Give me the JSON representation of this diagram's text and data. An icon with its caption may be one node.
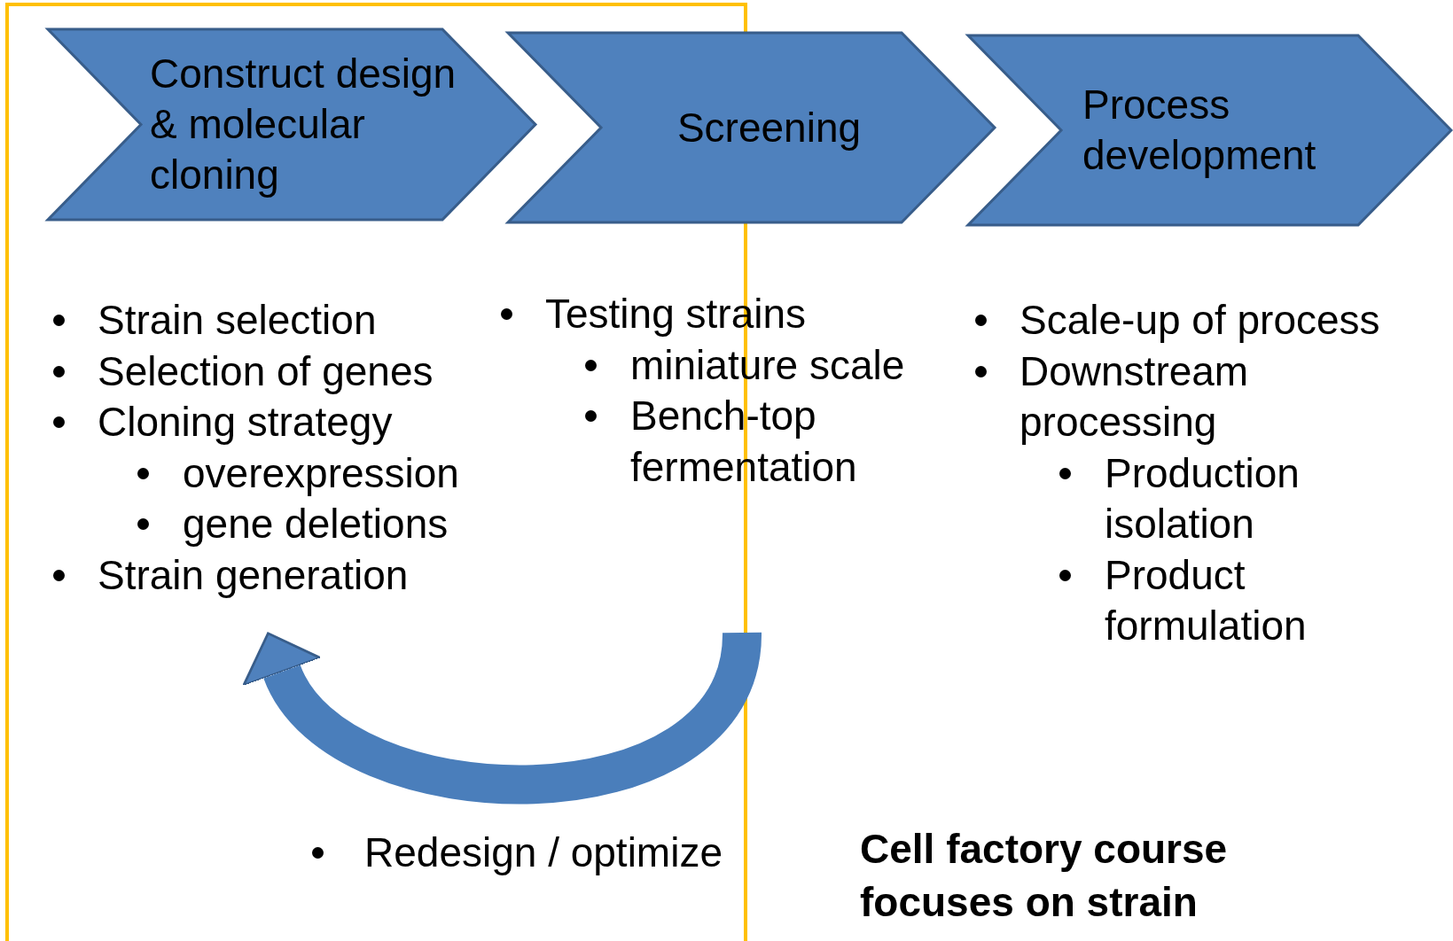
{
  "diagram": {
    "nodes": [
      {
        "text": [
          "Construct design & molecular cloning"
        ]
      },
      {
        "text": [
          "Screening"
        ]
      },
      {
        "text": [
          "Process development"
        ]
      },
      {
        "text": [
          "Strain selection",
          "Selection of genes",
          "Cloning strategy",
          "overexpression",
          "gene deletions",
          "Strain generation"
        ]
      },
      {
        "text": [
          "Testing strains",
          "miniature scale",
          "Bench-top fermentation"
        ]
      },
      {
        "text": [
          "Scale-up of process",
          "Downstream processing",
          "Production isolation",
          "Product formulation"
        ]
      }
    ],
    "edges": [
      {
        "from": null,
        "to": 3,
        "arrow": "to",
        "label": "Redesign / optimize"
      }
    ],
    "labels": [
      "Cell factory course focuses on strain"
    ]
  }
}
